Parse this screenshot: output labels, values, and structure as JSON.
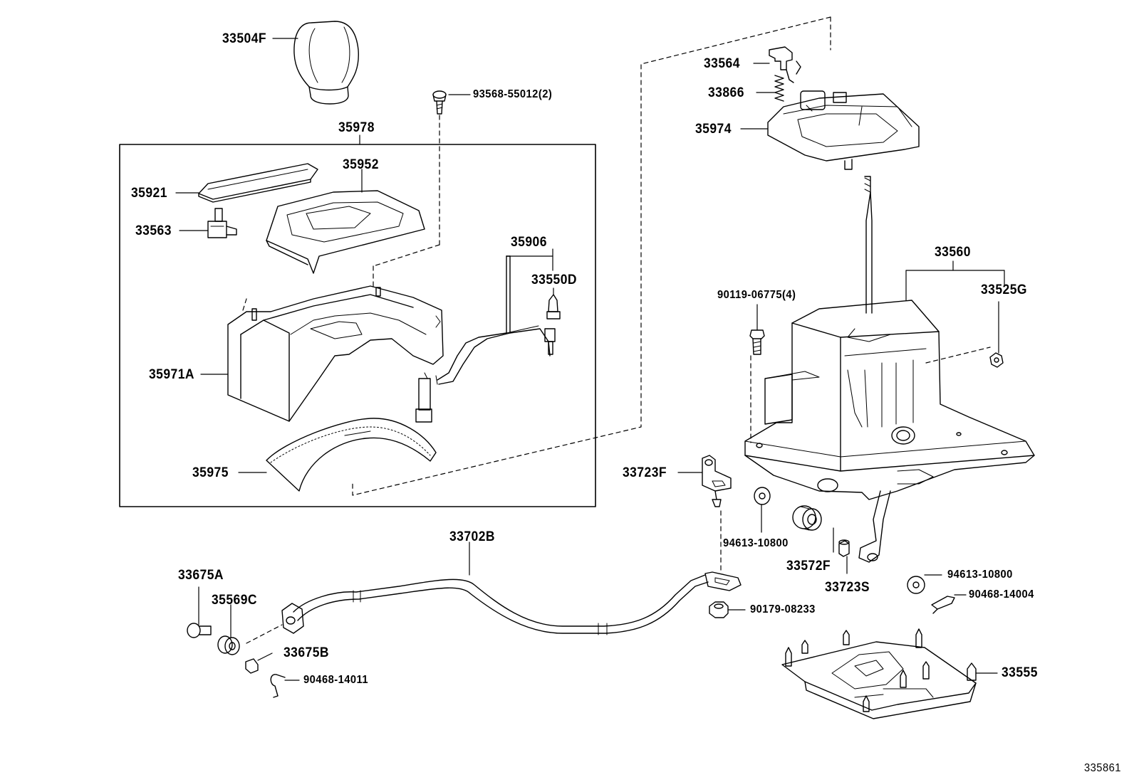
{
  "labels": {
    "p33504F": "33504F",
    "p93568": "93568-55012(2)",
    "p35978": "35978",
    "p35952": "35952",
    "p35921": "35921",
    "p33563": "33563",
    "p35906": "35906",
    "p33550D": "33550D",
    "p35971A": "35971A",
    "p35975": "35975",
    "p33564": "33564",
    "p33866": "33866",
    "p35974": "35974",
    "p33560": "33560",
    "p90119": "90119-06775(4)",
    "p33525G": "33525G",
    "p33723F": "33723F",
    "p94613a": "94613-10800",
    "p33572F": "33572F",
    "p33723S": "33723S",
    "p94613b": "94613-10800",
    "p90468a": "90468-14004",
    "p33702B": "33702B",
    "p33675A": "33675A",
    "p35569C": "35569C",
    "p33675B": "33675B",
    "p90468b": "90468-14011",
    "p90179": "90179-08233",
    "p33555": "33555",
    "diagramId": "335861"
  }
}
